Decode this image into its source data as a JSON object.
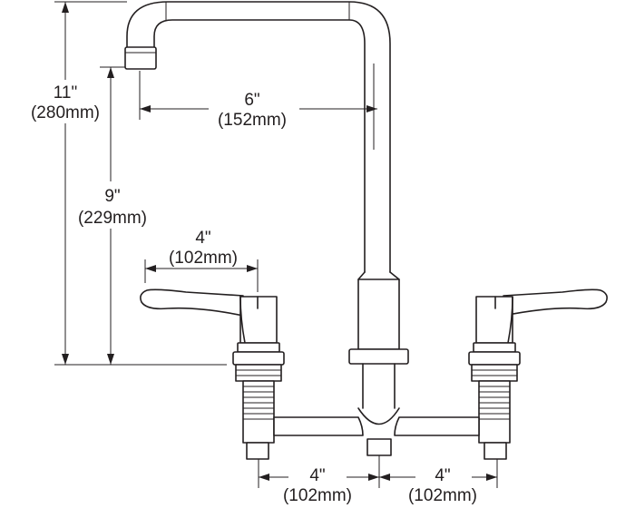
{
  "dimensions": {
    "overall_height": {
      "imperial": "11\"",
      "metric": "(280mm)"
    },
    "spout_height": {
      "imperial": "9\"",
      "metric": "(229mm)"
    },
    "spout_reach": {
      "imperial": "6\"",
      "metric": "(152mm)"
    },
    "handle_length": {
      "imperial": "4\"",
      "metric": "(102mm)"
    },
    "center_to_left": {
      "imperial": "4\"",
      "metric": "(102mm)"
    },
    "center_to_right": {
      "imperial": "4\"",
      "metric": "(102mm)"
    }
  },
  "colors": {
    "line": "#231f20",
    "background": "#ffffff"
  }
}
